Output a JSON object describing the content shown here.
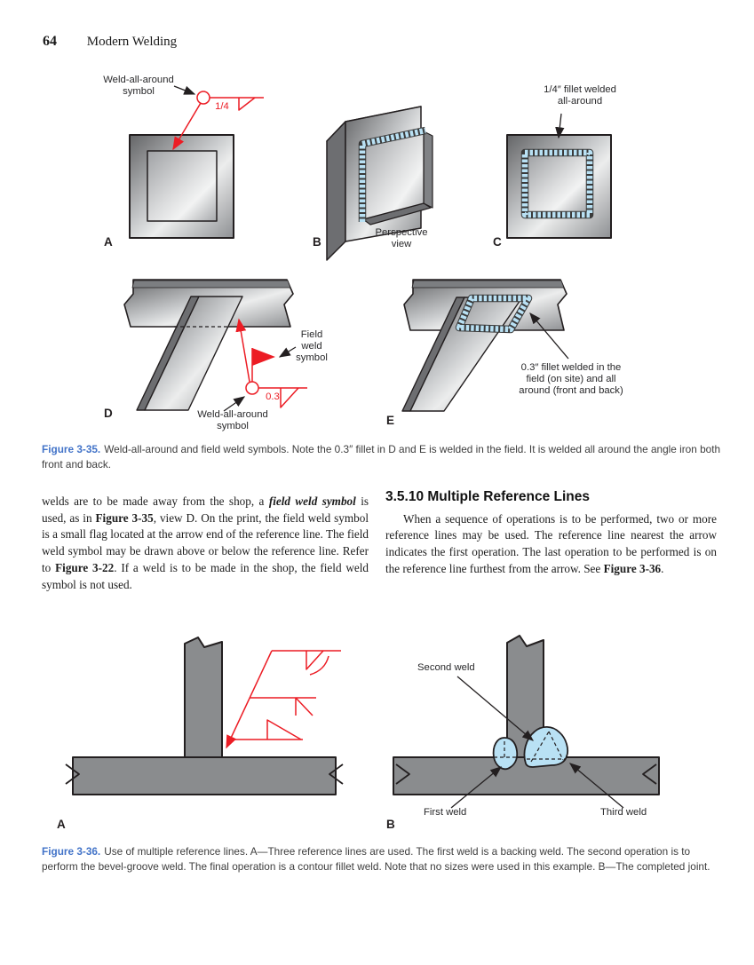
{
  "header": {
    "page_number": "64",
    "book_title": "Modern Welding"
  },
  "figure35": {
    "labels": {
      "weld_all_around_a": "Weld-all-around\nsymbol",
      "size_a": "1/4",
      "letter_a": "A",
      "perspective": "Perspective\nview",
      "letter_b": "B",
      "fillet_c": "1/4″ fillet welded\nall-around",
      "letter_c": "C",
      "field_weld": "Field\nweld\nsymbol",
      "size_d": "0.3",
      "weld_all_around_d": "Weld-all-around\nsymbol",
      "letter_d": "D",
      "fillet_e": "0.3″ fillet welded in the\nfield (on site) and all\naround (front and back)",
      "letter_e": "E"
    },
    "caption": {
      "label": "Figure 3-35.",
      "text": "Weld-all-around and field weld symbols. Note the 0.3″ fillet in D and E is welded in the field. It is welded all around the angle iron both front and back."
    }
  },
  "body": {
    "left": {
      "p1a": "welds are to be made away from the shop, a ",
      "p1b": "field weld symbol",
      "p1c": " is used, as in ",
      "p1d": "Figure 3-35",
      "p1e": ", view D. On the print, the field weld symbol is a small flag located at the arrow end of the reference line. The field weld symbol may be drawn above or below the reference line. Refer to ",
      "p1f": "Figure 3-22",
      "p1g": ". If a weld is to be made in the shop, the field weld symbol is not used."
    },
    "right": {
      "heading": "3.5.10 Multiple Reference Lines",
      "p1a": "When a sequence of operations is to be performed, two or more reference lines may be used. The reference line nearest the arrow indicates the first operation. The last operation to be performed is on the reference line furthest from the arrow. See ",
      "p1b": "Figure 3-36",
      "p1c": "."
    }
  },
  "figure36": {
    "labels": {
      "second_weld": "Second weld",
      "first_weld": "First weld",
      "third_weld": "Third weld",
      "letter_a": "A",
      "letter_b": "B"
    },
    "caption": {
      "label": "Figure 3-36.",
      "text": "Use of multiple reference lines. A—Three reference lines are used. The first weld is a backing weld. The second operation is to perform the bevel-groove weld. The final operation is a contour fillet weld. Note that no sizes were used in this example. B—The completed joint."
    }
  },
  "colors": {
    "accent_red": "#ec1c24",
    "caption_blue": "#4273c8",
    "weld_bead_blue": "#b9e1f4",
    "metal_gray": "#8a8c8e"
  }
}
